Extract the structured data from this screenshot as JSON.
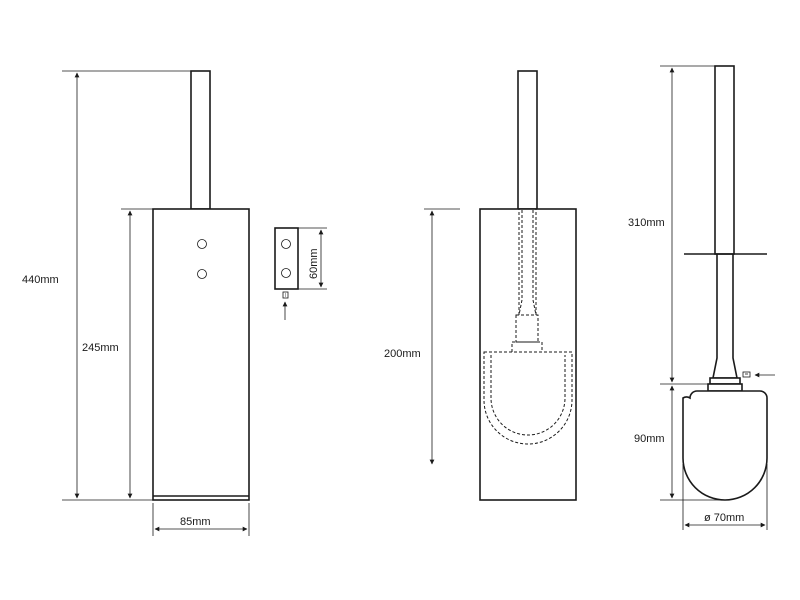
{
  "dimensions": {
    "height_total": "440mm",
    "height_holder": "245mm",
    "width_holder": "85mm",
    "bracket_height": "60mm",
    "inner_depth": "200mm",
    "handle_length": "310mm",
    "head_height": "90mm",
    "head_diameter": "ø 70mm"
  }
}
